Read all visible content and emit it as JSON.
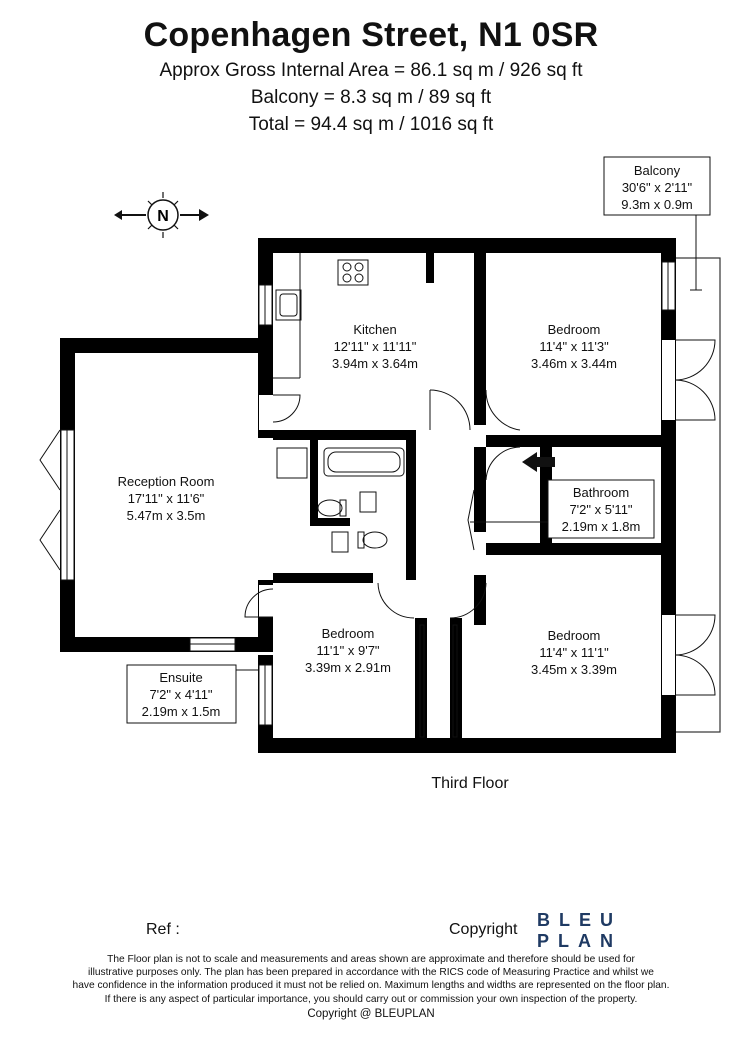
{
  "header": {
    "title": "Copenhagen Street, N1 0SR",
    "line1": "Approx Gross Internal Area = 86.1 sq m / 926 sq ft",
    "line2": "Balcony = 8.3 sq m / 89 sq ft",
    "line3": "Total = 94.4 sq m / 1016 sq ft"
  },
  "compass": {
    "letter": "N"
  },
  "rooms": {
    "balcony": {
      "name": "Balcony",
      "imperial": "30'6\" x 2'11\"",
      "metric": "9.3m x 0.9m"
    },
    "kitchen": {
      "name": "Kitchen",
      "imperial": "12'11\" x 11'11\"",
      "metric": "3.94m x 3.64m"
    },
    "bedroom1": {
      "name": "Bedroom",
      "imperial": "11'4\" x 11'3\"",
      "metric": "3.46m x 3.44m"
    },
    "reception": {
      "name": "Reception Room",
      "imperial": "17'11\" x 11'6\"",
      "metric": "5.47m x 3.5m"
    },
    "bathroom": {
      "name": "Bathroom",
      "imperial": "7'2\" x 5'11\"",
      "metric": "2.19m x 1.8m"
    },
    "bedroom2": {
      "name": "Bedroom",
      "imperial": "11'1\" x 9'7\"",
      "metric": "3.39m x 2.91m"
    },
    "bedroom3": {
      "name": "Bedroom",
      "imperial": "11'4\" x 11'1\"",
      "metric": "3.45m x 3.39m"
    },
    "ensuite": {
      "name": "Ensuite",
      "imperial": "7'2\" x 4'11\"",
      "metric": "2.19m x 1.5m"
    }
  },
  "floor_label": "Third Floor",
  "footer": {
    "ref": "Ref  :",
    "copyright": "Copyright",
    "brand_line1": "BLEU",
    "brand_line2": "PLAN",
    "disclaimer1": "The Floor plan is not to scale and measurements and areas shown are approximate and therefore should be used for",
    "disclaimer2": "illustrative purposes only. The plan has been prepared in accordance with the RICS code of Measuring Practice and whilst we",
    "disclaimer3": "have confidence in the information produced it must not be relied on. Maximum lengths and widths are represented on the floor plan.",
    "disclaimer4": "If there is any aspect of particular importance, you should carry out or commission your own inspection of the property.",
    "copyright_line": "Copyright @ BLEUPLAN"
  }
}
